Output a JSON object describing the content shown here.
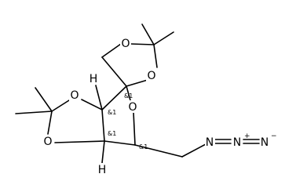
{
  "atoms": {
    "o_top_left": "O",
    "o_top_right": "O",
    "o_left_upper": "O",
    "o_left_lower": "O",
    "o_ring": "O",
    "h_upper": "H",
    "h_lower": "H",
    "n1": "N",
    "n2": "N",
    "n3": "N"
  },
  "charges": {
    "n2": "+",
    "n3": "−"
  },
  "stereo_labels": {
    "spiro": "&1",
    "c_upper": "&1",
    "c_lower": "&1",
    "c_azidomethyl": "&1"
  }
}
